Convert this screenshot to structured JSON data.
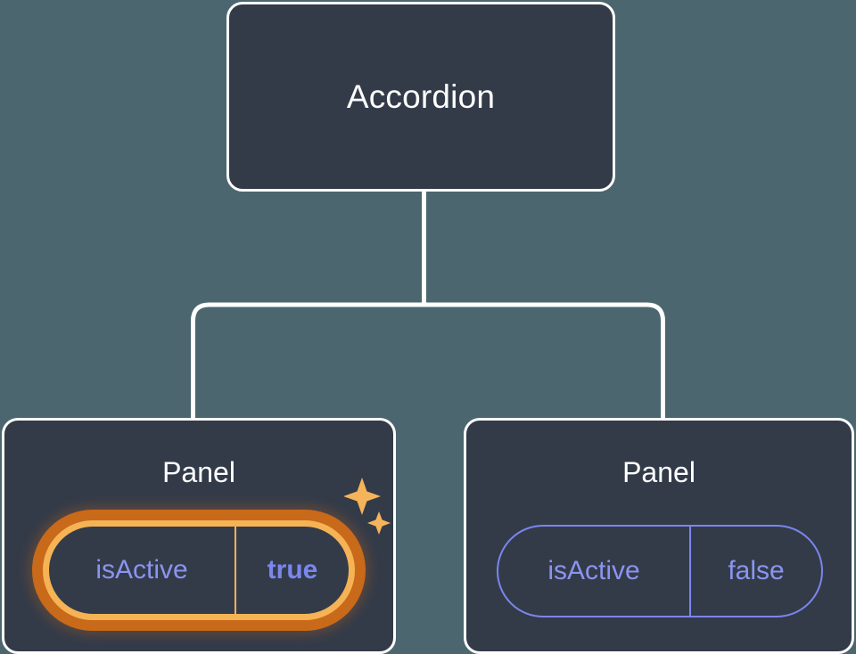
{
  "theme": {
    "background": "#4c6670",
    "card_fill": "#333b49",
    "card_border": "#ffffff",
    "connector": "#ffffff",
    "prop_text": "#8b94f0",
    "prop_border": "#7b86ee",
    "highlight_outer": "#c9691a",
    "highlight_inner": "#f5b355",
    "sparkle": "#f6b45a"
  },
  "tree": {
    "root": {
      "title": "Accordion"
    },
    "children": [
      {
        "title": "Panel",
        "prop": {
          "key": "isActive",
          "value": "true"
        },
        "highlighted": true,
        "sparkle_icons": [
          "sparkle-large-icon",
          "sparkle-small-icon"
        ]
      },
      {
        "title": "Panel",
        "prop": {
          "key": "isActive",
          "value": "false"
        },
        "highlighted": false
      }
    ]
  }
}
